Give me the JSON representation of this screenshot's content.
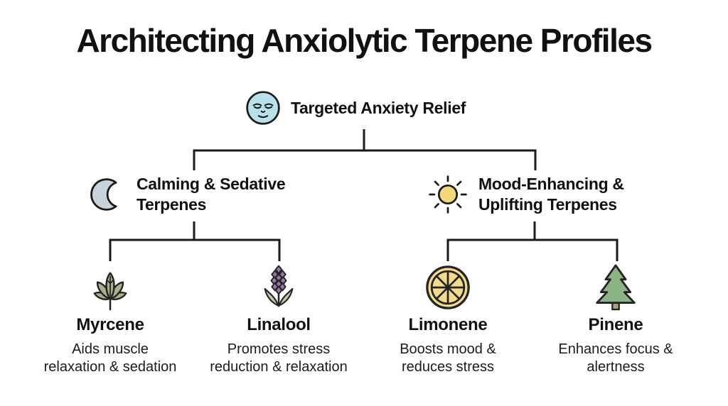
{
  "title": "Architecting Anxiolytic Terpene Profiles",
  "root": {
    "label": "Targeted Anxiety Relief",
    "icon": "relieved-face-icon"
  },
  "branches": [
    {
      "icon": "crescent-moon-icon",
      "label_line1": "Calming & Sedative",
      "label_line2": "Terpenes",
      "children": [
        {
          "name": "Myrcene",
          "icon": "herb-leaf-icon",
          "desc_line1": "Aids muscle",
          "desc_line2": "relaxation & sedation"
        },
        {
          "name": "Linalool",
          "icon": "lavender-icon",
          "desc_line1": "Promotes stress",
          "desc_line2": "reduction & relaxation"
        }
      ]
    },
    {
      "icon": "sun-icon",
      "label_line1": "Mood-Enhancing &",
      "label_line2": "Uplifting Terpenes",
      "children": [
        {
          "name": "Limonene",
          "icon": "lemon-slice-icon",
          "desc_line1": "Boosts mood &",
          "desc_line2": "reduces stress"
        },
        {
          "name": "Pinene",
          "icon": "pine-tree-icon",
          "desc_line1": "Enhances focus &",
          "desc_line2": "alertness"
        }
      ]
    }
  ],
  "colors": {
    "face_fill": "#b9e1ea",
    "moon_fill": "#c9d3de",
    "sun_fill": "#f5d87a",
    "leaf_fill": "#a9b18a",
    "lavender_fill": "#9677ad",
    "lavender_leaf_fill": "#b9c8a8",
    "lemon_fill": "#f2dc8c",
    "pine_fill": "#8db486",
    "trunk_fill": "#b29b7f",
    "line_color": "#1a1a1a",
    "text_color": "#111111"
  }
}
